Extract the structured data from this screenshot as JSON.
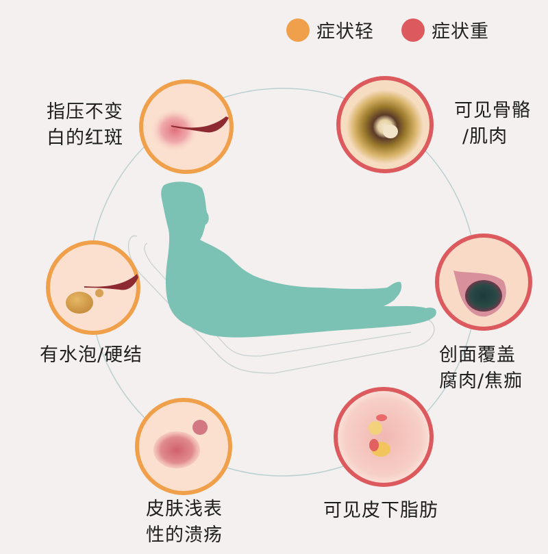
{
  "colors": {
    "background": "#f3f0ef",
    "mild": "#f0a04b",
    "severe": "#dc5a5e",
    "silhouette": "#7cc2b4",
    "skin": "#f9dccb",
    "ring": "#b9cfd0"
  },
  "legend": [
    {
      "label": "症状轻",
      "color": "#f0a04b"
    },
    {
      "label": "症状重",
      "color": "#dc5a5e"
    }
  ],
  "stages": [
    {
      "id": "erythema",
      "severity": "mild",
      "label_line1": "指压不变",
      "label_line2": "白的红斑"
    },
    {
      "id": "bone-muscle",
      "severity": "severe",
      "label_line1": "可见骨骼",
      "label_line2": "/肌肉"
    },
    {
      "id": "blister",
      "severity": "mild",
      "label_line1": "有水泡/硬结",
      "label_line2": ""
    },
    {
      "id": "slough-eschar",
      "severity": "severe",
      "label_line1": "创面覆盖",
      "label_line2": "腐肉/焦痂"
    },
    {
      "id": "superficial-ulcer",
      "severity": "mild",
      "label_line1": "皮肤浅表",
      "label_line2": "性的溃疡"
    },
    {
      "id": "subcutaneous-fat",
      "severity": "severe",
      "label_line1": "可见皮下脂肪",
      "label_line2": ""
    }
  ]
}
